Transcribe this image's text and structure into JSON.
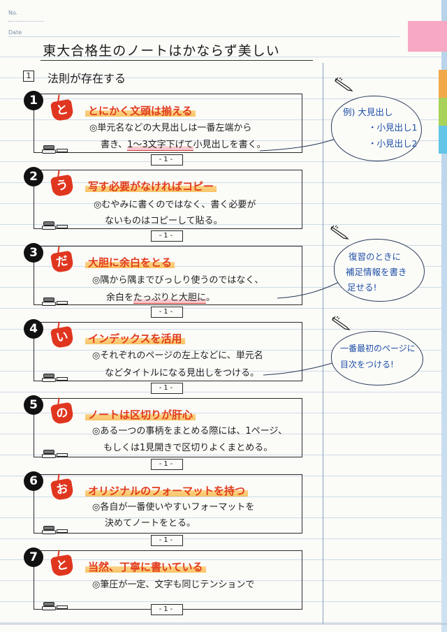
{
  "header": {
    "no_label": "No.",
    "date_label": "Date"
  },
  "page_title": "東大合格生のノートはかならず美しい",
  "section": {
    "number": "1",
    "title": "法則が存在する"
  },
  "items": [
    {
      "num": "1",
      "badge": "と",
      "heading": "とにかく文頭は揃える",
      "body_line1": "◎単元名などの大見出しは一番左端から",
      "body_line2_pre": "書き、",
      "body_line2_hl": "1〜3文字下げて",
      "body_line2_post": "小見出しを書く。",
      "page": "-1-"
    },
    {
      "num": "2",
      "badge": "う",
      "heading": "写す必要がなければコピー",
      "body_line1": "◎むやみに書くのではなく、書く必要が",
      "body_line2_pre": "ないものはコピーして貼る。",
      "body_line2_hl": "",
      "body_line2_post": "",
      "page": "-1-"
    },
    {
      "num": "3",
      "badge": "だ",
      "heading": "大胆に余白をとる",
      "body_line1": "◎隅から隅までびっしり使うのではなく、",
      "body_line2_pre": "余白を",
      "body_line2_hl": "たっぷりと大胆に",
      "body_line2_post": "。",
      "page": "-1-"
    },
    {
      "num": "4",
      "badge": "い",
      "heading": "インデックスを活用",
      "body_line1": "◎それぞれのページの左上などに、単元名",
      "body_line2_pre": "などタイトルになる見出しをつける。",
      "body_line2_hl": "",
      "body_line2_post": "",
      "page": "-1-"
    },
    {
      "num": "5",
      "badge": "の",
      "heading": "ノートは区切りが肝心",
      "body_line1": "◎ある一つの事柄をまとめる際には、1ページ、",
      "body_line2_pre": "もしくは1見開きで区切りよくまとめる。",
      "body_line2_hl": "",
      "body_line2_post": "",
      "page": "-1-"
    },
    {
      "num": "6",
      "badge": "お",
      "heading": "オリジナルのフォーマットを持つ",
      "body_line1": "◎各自が一番使いやすいフォーマットを",
      "body_line2_pre": "決めてノートをとる。",
      "body_line2_hl": "",
      "body_line2_post": "",
      "page": "-1-"
    },
    {
      "num": "7",
      "badge": "と",
      "heading": "当然、丁寧に書いている",
      "body_line1": "◎筆圧が一定、文字も同じテンションで",
      "body_line2_pre": "",
      "body_line2_hl": "",
      "body_line2_post": "",
      "page": "-1-"
    }
  ],
  "notes": [
    {
      "lines": [
        "例) 大見出し",
        "・小見出し1",
        "・小見出し2"
      ]
    },
    {
      "lines": [
        "復習のときに",
        "補足情報を書き",
        "足せる!"
      ]
    },
    {
      "lines": [
        "一番最初のページに",
        "目次をつける!"
      ]
    }
  ],
  "colors": {
    "accent_red": "#e0361f",
    "highlight": "#f8c366",
    "note_blue": "#1f4fa8",
    "tab_pink": "#f7a8c4"
  }
}
